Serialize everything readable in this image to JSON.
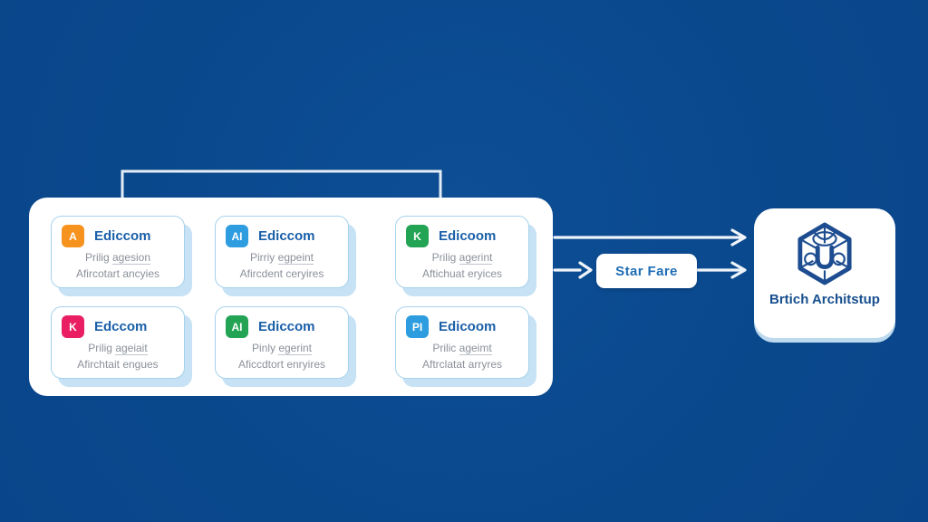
{
  "colors": {
    "background": "#0a488c",
    "panel": "#ffffff",
    "card_border": "#a6d2ec",
    "card_shadow": "#c6e2f4",
    "card_title_text": "#1a5fa8",
    "card_subtitle_text": "#8b9099",
    "blue_arrow": "#1565b4",
    "white_connector": "#e9f1f8",
    "star_fare_text": "#1e6cb5",
    "target_text": "#174f8e",
    "logo_blue": "#1d4d90",
    "badge_orange": "#f6921e",
    "badge_blue": "#2d9de0",
    "badge_green": "#23a455",
    "badge_pink": "#ea1e63"
  },
  "pipeline_panel": {
    "cards": [
      {
        "badge_text": "A",
        "badge_color": "#f6921e",
        "title": "Ediccom",
        "sub1_word1": "Prilig",
        "sub1_word2": "agesion",
        "sub2": "Afircotart ancyies"
      },
      {
        "badge_text": "AI",
        "badge_color": "#2d9de0",
        "title": "Ediccom",
        "sub1_word1": "Pirriy",
        "sub1_word2": "egpeint",
        "sub2": "Afircdent ceryires"
      },
      {
        "badge_text": "K",
        "badge_color": "#23a455",
        "title": "Edicoom",
        "sub1_word1": "Prilig",
        "sub1_word2": "agerint",
        "sub2": "Aftichuat eryices"
      },
      {
        "badge_text": "K",
        "badge_color": "#ea1e63",
        "title": "Edccom",
        "sub1_word1": "Prilig",
        "sub1_word2": "ageiait",
        "sub2": "Afirchtait engues"
      },
      {
        "badge_text": "AI",
        "badge_color": "#23a455",
        "title": "Ediccom",
        "sub1_word1": "Pinly",
        "sub1_word2": "egerint",
        "sub2": "Aficcdtort enryires"
      },
      {
        "badge_text": "PI",
        "badge_color": "#2d9de0",
        "title": "Edicoom",
        "sub1_word1": "Prilic",
        "sub1_word2": "ageimt",
        "sub2": "Aftrclatat arryres"
      }
    ]
  },
  "star_fare": {
    "label": "Star Fare"
  },
  "target_card": {
    "label": "Brtich Architstup",
    "icon": "hexagon-cube-logo"
  }
}
